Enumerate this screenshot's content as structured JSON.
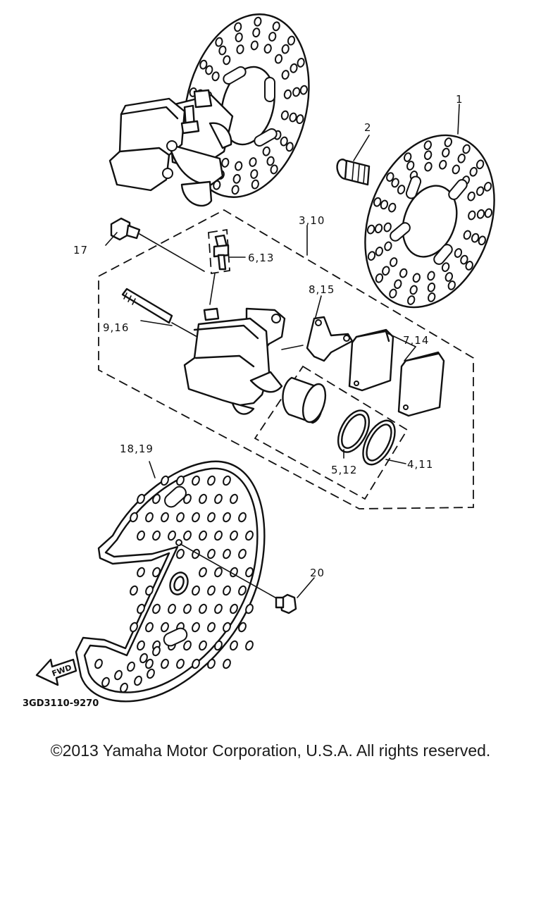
{
  "diagram": {
    "callouts": {
      "c1": "1",
      "c2": "2",
      "c3": "3,10",
      "c4": "4,11",
      "c5": "5,12",
      "c6": "6,13",
      "c7": "7,14",
      "c8": "8,15",
      "c9": "9,16",
      "c17": "17",
      "c18": "18,19",
      "c20": "20"
    },
    "direction_arrow": "FWD",
    "drawing_code": "3GD3110-9270"
  },
  "footer": {
    "copyright": "©2013 Yamaha Motor Corporation, U.S.A. All rights reserved."
  }
}
